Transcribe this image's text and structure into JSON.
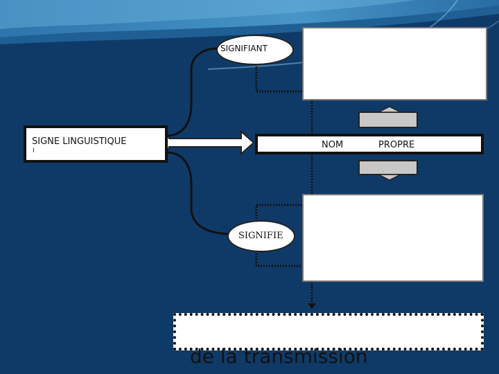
{
  "slide": {
    "sign_box_label": "SIGNE LINGUISTIQUE",
    "sign_box_mark": "I",
    "signifiant_label": "SIGNIFIANT",
    "signifie_label": "SIGNIFIE",
    "nom_label": "NOM",
    "propre_label": "PROPRE",
    "footer_text": "de la transmission"
  },
  "colors": {
    "background": "#0f3a68",
    "box_fill": "#ffffff",
    "gray_bar": "#c8c8c8"
  }
}
